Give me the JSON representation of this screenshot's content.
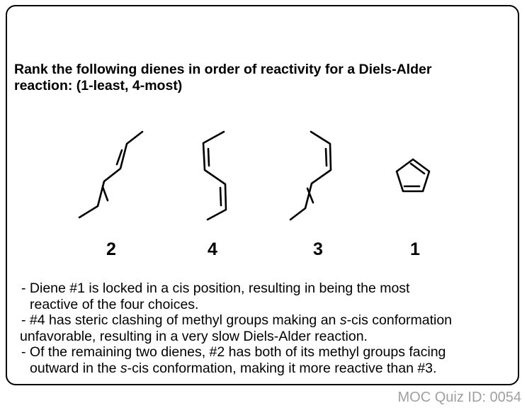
{
  "question": {
    "line1": "Rank the following dienes in order of reactivity for a Diels-Alder",
    "line2": "reaction: (1-least, 4-most)"
  },
  "molecules": [
    {
      "label": "2"
    },
    {
      "label": "4"
    },
    {
      "label": "3"
    },
    {
      "label": "1"
    }
  ],
  "answer": {
    "p1_line1": "- Diene #1 is locked in a cis position, resulting in being the most",
    "p1_line2": "reactive of the four choices.",
    "p2_line1_a": "- #4 has steric clashing of methyl groups making an ",
    "p2_line1_italic": "s",
    "p2_line1_b": "-cis conformation",
    "p2_line2": "unfavorable, resulting in a very slow Diels-Alder reaction.",
    "p3_line1": "- Of the remaining two dienes, #2 has both of its methyl groups facing",
    "p3_line2_a": "outward in the ",
    "p3_line2_italic": "s",
    "p3_line2_b": "-cis conformation, making it more reactive than #3."
  },
  "footer": {
    "quiz_id": "MOC Quiz ID: 0054"
  }
}
